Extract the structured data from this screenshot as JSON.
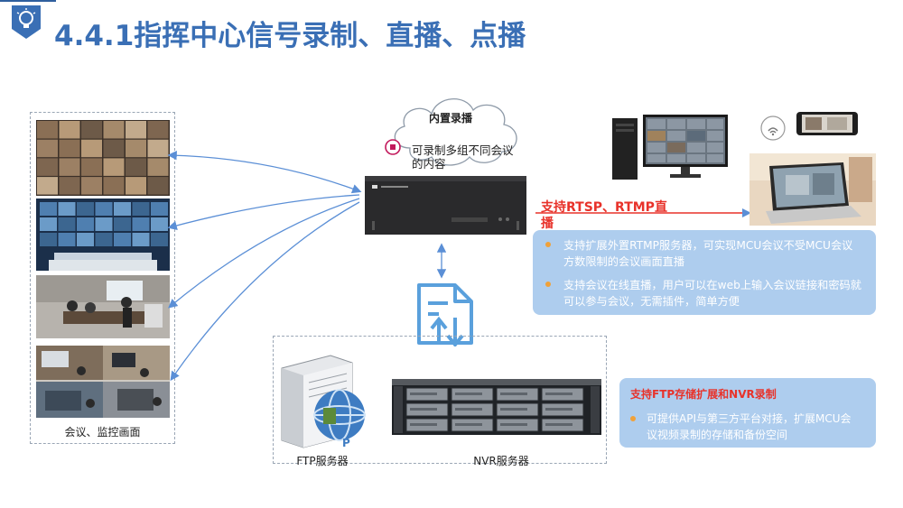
{
  "title": "4.4.1指挥中心信号录制、直播、点播",
  "left_panel": {
    "label": "会议、监控画面"
  },
  "cloud": {
    "title": "内置录播",
    "line1": "可录制多组不同会议",
    "line2": "的内容"
  },
  "live": {
    "line1": "支持RTSP、RTMP直",
    "line2": "播"
  },
  "info_box1": {
    "items": [
      "支持扩展外置RTMP服务器，可实现MCU会议不受MCU会议方数限制的会议画面直播",
      "支持会议在线直播，用户可以在web上输入会议链接和密码就可以参与会议，无需插件，简单方便"
    ]
  },
  "info_box2": {
    "title": "支持FTP存储扩展和NVR录制",
    "items": [
      "可提供API与第三方平台对接，扩展MCU会议视频录制的存储和备份空间"
    ]
  },
  "storage": {
    "ftp_label": "FTP服务器",
    "nvr_label": "NVR服务器"
  },
  "colors": {
    "title": "#3a6fb5",
    "accent_red": "#e8322a",
    "info_box": "#aecdee",
    "bullet": "#f0a13a",
    "arrow": "#5b8fd6"
  }
}
